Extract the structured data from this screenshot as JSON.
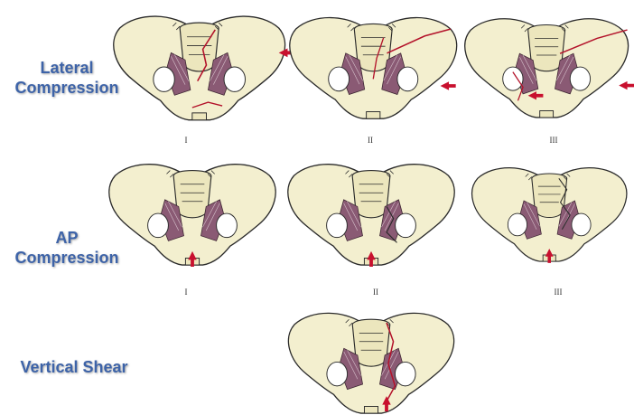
{
  "rows": [
    {
      "label_line1": "Lateral",
      "label_line2": "Compression",
      "numerals": [
        "I",
        "II",
        "III"
      ]
    },
    {
      "label_line1": "AP",
      "label_line2": "Compression",
      "numerals": [
        "I",
        "II",
        "III"
      ]
    },
    {
      "label_line1": "Vertical Shear"
    }
  ],
  "colors": {
    "label_blue": "#3d63a8",
    "bone_fill": "#f3efcf",
    "bone_outline": "#2a2a2a",
    "ligament": "#8a5a74",
    "fracture_line": "#b3122a",
    "arrow": "#c8102e"
  }
}
